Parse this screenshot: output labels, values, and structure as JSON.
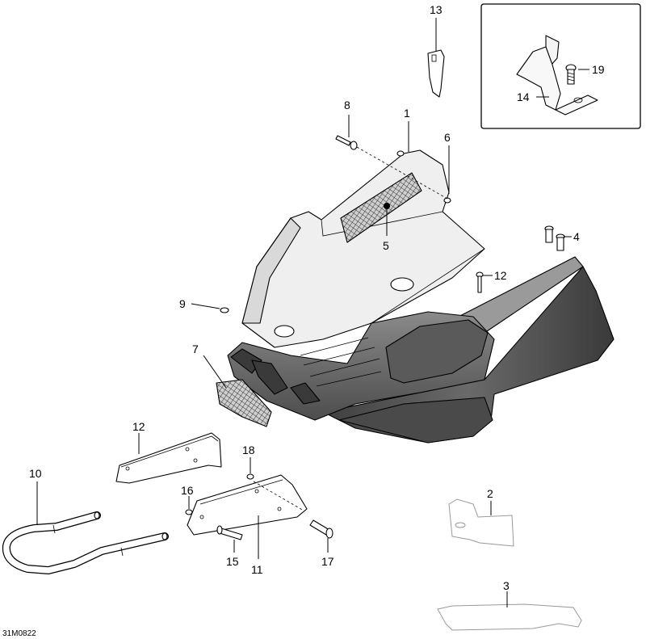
{
  "diagram": {
    "drawing_code": "31M0822",
    "callouts": {
      "c1": "1",
      "c2": "2",
      "c3": "3",
      "c4": "4",
      "c5": "5",
      "c6": "6",
      "c7": "7",
      "c8": "8",
      "c9": "9",
      "c10": "10",
      "c11": "11",
      "c12a": "12",
      "c12b": "12",
      "c13": "13",
      "c14": "14",
      "c15": "15",
      "c16": "16",
      "c17": "17",
      "c18": "18",
      "c19": "19"
    }
  },
  "colors": {
    "line": "#000000",
    "belly_pan_dark": "#4a4a4a",
    "belly_pan_mid": "#6b6b6b",
    "grille_mesh": "#333333",
    "decal_outline": "#999999",
    "background": "#ffffff"
  }
}
